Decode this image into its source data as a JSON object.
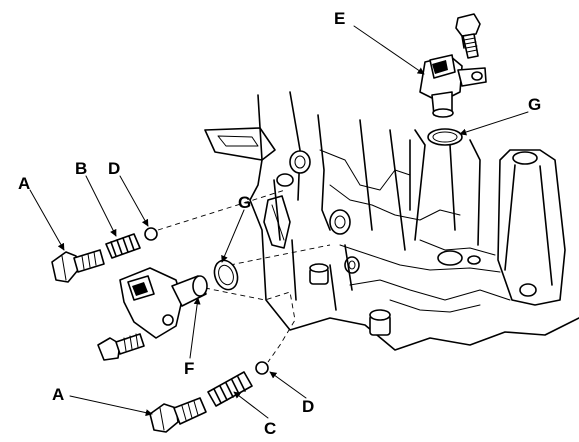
{
  "labels": {
    "A_top": "A",
    "B": "B",
    "D_top": "D",
    "E": "E",
    "G_right": "G",
    "G_left": "G",
    "F": "F",
    "A_bottom": "A",
    "C": "C",
    "D_bottom": "D"
  }
}
